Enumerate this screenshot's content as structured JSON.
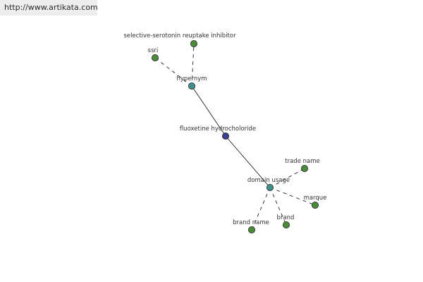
{
  "watermark": {
    "url": "http://www.artikata.com"
  },
  "graph": {
    "colors": {
      "root": "#3a3f8f",
      "relation": "#3f8f8a",
      "leaf": "#4a8a3a",
      "stroke": "#222222"
    },
    "nodes": [
      {
        "id": "root",
        "label": "fluoxetine hydrocholoride",
        "kind": "root"
      },
      {
        "id": "hypernym",
        "label": "hypernym",
        "kind": "relation"
      },
      {
        "id": "domain",
        "label": "domain usage",
        "kind": "relation"
      },
      {
        "id": "ssri",
        "label": "ssri",
        "kind": "leaf"
      },
      {
        "id": "sri",
        "label": "selective-serotonin reuptake inhibitor",
        "kind": "leaf"
      },
      {
        "id": "trade",
        "label": "trade name",
        "kind": "leaf"
      },
      {
        "id": "marque",
        "label": "marque",
        "kind": "leaf"
      },
      {
        "id": "brand",
        "label": "brand",
        "kind": "leaf"
      },
      {
        "id": "brandname",
        "label": "brand name",
        "kind": "leaf"
      }
    ],
    "edges": [
      {
        "from": "root",
        "to": "hypernym",
        "style": "solid"
      },
      {
        "from": "root",
        "to": "domain",
        "style": "solid"
      },
      {
        "from": "hypernym",
        "to": "ssri",
        "style": "dashed"
      },
      {
        "from": "hypernym",
        "to": "sri",
        "style": "dashed"
      },
      {
        "from": "domain",
        "to": "trade",
        "style": "dashed"
      },
      {
        "from": "domain",
        "to": "marque",
        "style": "dashed"
      },
      {
        "from": "domain",
        "to": "brand",
        "style": "dashed"
      },
      {
        "from": "domain",
        "to": "brandname",
        "style": "dashed"
      }
    ]
  }
}
